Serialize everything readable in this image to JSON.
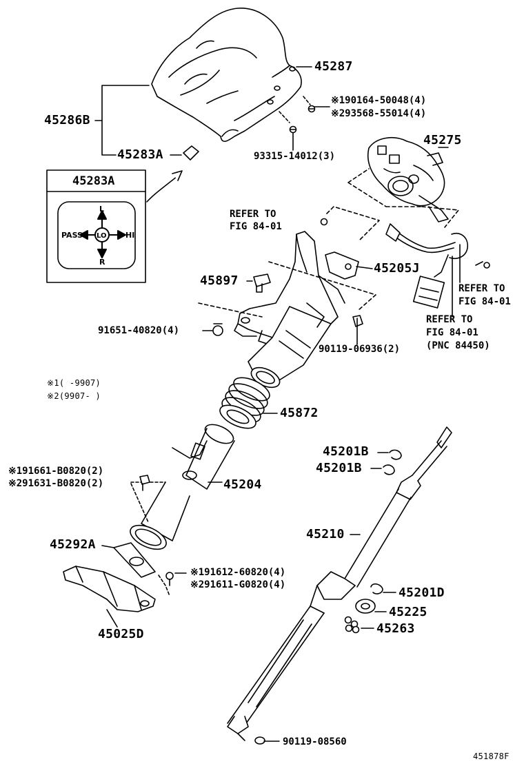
{
  "inset": {
    "title": "45283A",
    "sw_up": "L",
    "sw_down": "R",
    "sw_left": "PASS",
    "sw_center": "LO",
    "sw_right": "HI"
  },
  "labels": {
    "p45287": "45287",
    "p45286B": "45286B",
    "p45283A": "45283A",
    "bolt1": "※190164-50048(4)",
    "bolt2": "※293568-55014(4)",
    "screw": "93315-14012(3)",
    "p45275": "45275",
    "refer_a1": "REFER TO",
    "refer_a2": "FIG 84-01",
    "p45205J": "45205J",
    "refer_b1": "REFER TO",
    "refer_b2": "FIG 84-01",
    "refer_c1": "REFER TO",
    "refer_c2": "FIG 84-01",
    "refer_c3": "(PNC 84450)",
    "p45897": "45897",
    "nut91651": "91651-40820(4)",
    "bolt90119a": "90119-06936(2)",
    "note1": "※1(      -9907)",
    "note2": "※2(9907-      )",
    "p45872": "45872",
    "p45201B_1": "45201B",
    "p45201B_2": "45201B",
    "bolt91661": "※191661-B0820(2)",
    "bolt91631": "※291631-B0820(2)",
    "p45204": "45204",
    "p45210": "45210",
    "p45292A": "45292A",
    "bolt91612": "※191612-60820(4)",
    "bolt91611": "※291611-G0820(4)",
    "p45201D": "45201D",
    "p45225": "45225",
    "p45263": "45263",
    "p45025D": "45025D",
    "bolt90119b": "90119-08560",
    "fig_id": "451878F"
  }
}
